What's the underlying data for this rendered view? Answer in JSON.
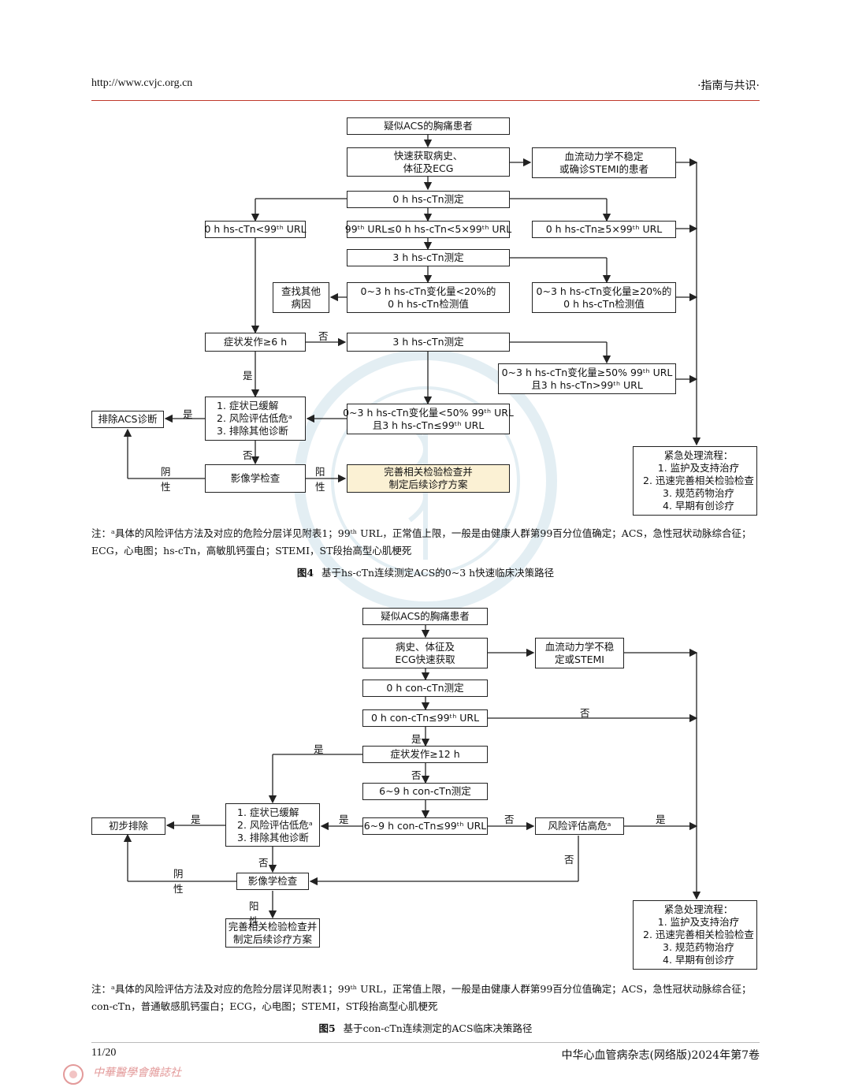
{
  "header": {
    "url": "http://www.cvjc.org.cn",
    "section": "·指南与共识·"
  },
  "figure4": {
    "nodes": {
      "suspect": "疑似ACS的胸痛患者",
      "history": "快速获取病史、|体征及ECG",
      "unstable": "血流动力学不稳定|或确诊STEMI的患者",
      "t0": "0 h hs-cTn测定",
      "low": "0 h hs-cTn<99ᵗʰ URL",
      "mid": "99ᵗʰ URL≤0 h hs-cTn<5×99ᵗʰ URL",
      "high": "0 h hs-cTn≥5×99ᵗʰ URL",
      "t3a": "3 h hs-cTn测定",
      "other": "查找其他|病因",
      "chg_low": "0~3 h hs-cTn变化量<20%的|0 h hs-cTn检测值",
      "chg_high": "0~3 h hs-cTn变化量≥20%的|0 h hs-cTn检测值",
      "onset": "症状发作≥6 h",
      "t3b": "3 h hs-cTn测定",
      "chg50_high": "0~3 h hs-cTn变化量≥50% 99ᵗʰ URL|且3 h hs-cTn>99ᵗʰ URL",
      "exclude": "排除ACS诊断",
      "criteria": "1. 症状已缓解|2. 风险评估低危ᵃ|3. 排除其他诊断",
      "chg50_low": "0~3 h hs-cTn变化量<50% 99ᵗʰ URL|且3 h hs-cTn≤99ᵗʰ URL",
      "imaging": "影像学检查",
      "complete": "完善相关检验检查并|制定后续诊疗方案",
      "emergency": "紧急处理流程：|1. 监护及支持治疗|2. 迅速完善相关检验检查|3. 规范药物治疗|4. 早期有创诊疗"
    },
    "labels": {
      "no": "否",
      "yes1": "是",
      "yes2": "是",
      "no2": "否",
      "neg": "阴性",
      "pos": "阳性"
    },
    "note": "注：ᵃ具体的风险评估方法及对应的危险分层详见附表1；99ᵗʰ URL，正常值上限，一般是由健康人群第99百分位值确定；ACS，急性冠状动脉综合征；ECG，心电图；hs-cTn，高敏肌钙蛋白；STEMI，ST段抬高型心肌梗死",
    "caption_num": "图4",
    "caption_text": "基于hs-cTn连续测定ACS的0~3 h快速临床决策路径"
  },
  "figure5": {
    "nodes": {
      "suspect": "疑似ACS的胸痛患者",
      "history": "病史、体征及|ECG快速获取",
      "unstable": "血流动力学不稳|定或STEMI",
      "t0": "0 h con-cTn测定",
      "cond": "0 h con-cTn≤99ᵗʰ URL",
      "onset": "症状发作≥12 h",
      "t69": "6~9 h con-cTn测定",
      "prelim": "初步排除",
      "criteria": "1. 症状已缓解|2. 风险评估低危ᵃ|3. 排除其他诊断",
      "cond69": "6~9 h con-cTn≤99ᵗʰ URL",
      "risk": "风险评估高危ᵃ",
      "imaging": "影像学检查",
      "complete": "完善相关检验检查并|制定后续诊疗方案",
      "emergency": "紧急处理流程：|1. 监护及支持治疗|2. 迅速完善相关检验检查|3. 规范药物治疗|4. 早期有创诊疗"
    },
    "labels": {
      "no_cond": "否",
      "yes_cond": "是",
      "yes_onset": "是",
      "no_onset": "否",
      "yes_crit": "是",
      "yes_69": "是",
      "no_69": "否",
      "yes_risk": "是",
      "no_risk": "否",
      "no_crit": "否",
      "neg": "阴性",
      "pos": "阳性"
    },
    "note": "注：ᵃ具体的风险评估方法及对应的危险分层详见附表1；99ᵗʰ URL，正常值上限，一般是由健康人群第99百分位值确定；ACS，急性冠状动脉综合征；con-cTn，普通敏感肌钙蛋白；ECG，心电图；STEMI，ST段抬高型心肌梗死",
    "caption_num": "图5",
    "caption_text": "基于con-cTn连续测定的ACS临床决策路径"
  },
  "footer": {
    "page": "11/20",
    "journal": "中华心血管病杂志(网络版)2024年第7卷",
    "publisher": "中華醫學會雜誌社"
  }
}
